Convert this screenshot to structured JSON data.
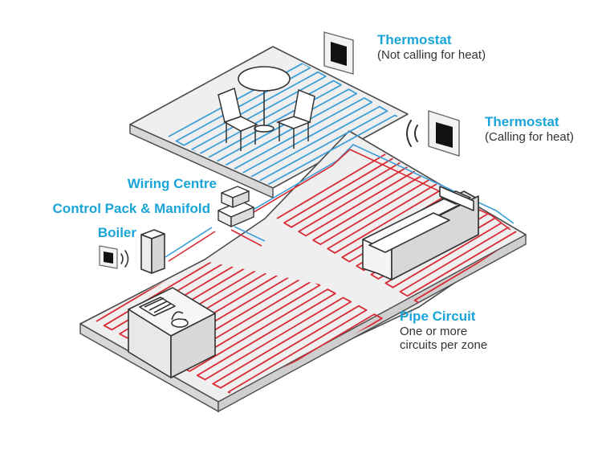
{
  "labels": {
    "thermostat_top": {
      "title": "Thermostat",
      "sub": "(Not calling for heat)"
    },
    "thermostat_right": {
      "title": "Thermostat",
      "sub": "(Calling for heat)"
    },
    "wiring_centre": "Wiring Centre",
    "control_pack": "Control Pack & Manifold",
    "boiler": "Boiler",
    "pipe_circuit": {
      "title": "Pipe Circuit",
      "line1": "One or more",
      "line2": "circuits per zone"
    }
  },
  "colors": {
    "accent": "#1aa5d8",
    "hot_pipe": "#d92b34",
    "cold_pipe": "#3f9fd8",
    "floor": "#eeeeee",
    "outline": "#4a4a4a"
  }
}
